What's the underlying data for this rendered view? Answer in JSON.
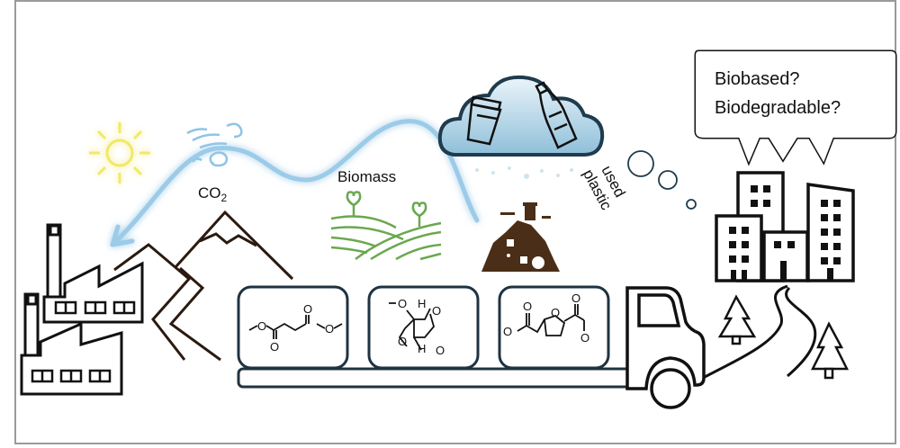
{
  "labels": {
    "co2": "CO",
    "co2_sub": "2",
    "biomass": "Biomass",
    "used": "used",
    "plastic": "plastic",
    "speech_line1": "Biobased?",
    "speech_line2": "Biodegradable?"
  },
  "molecules": [
    {
      "name": "dimethyl-succinate",
      "atoms": [
        "O",
        "O",
        "O",
        "O"
      ]
    },
    {
      "name": "isosorbide-dimethyl-ether",
      "atoms": [
        "O",
        "H",
        "O",
        "O",
        "H",
        "O"
      ]
    },
    {
      "name": "furandicarboxylate-ester",
      "atoms": [
        "O",
        "O",
        "O",
        "O",
        "O"
      ]
    }
  ],
  "colors": {
    "line": "#111111",
    "cycle_arrow": "#8ec4e6",
    "sun": "#f3ee7a",
    "wind": "#8ec4e6",
    "biomass_green": "#6aa84f",
    "trash_brown": "#4a2e17",
    "cloud_fill": "#b9d9ea",
    "cloud_stroke": "#1f3b4d",
    "truck_box": "#1f3340",
    "mountain": "#2b1a10"
  }
}
